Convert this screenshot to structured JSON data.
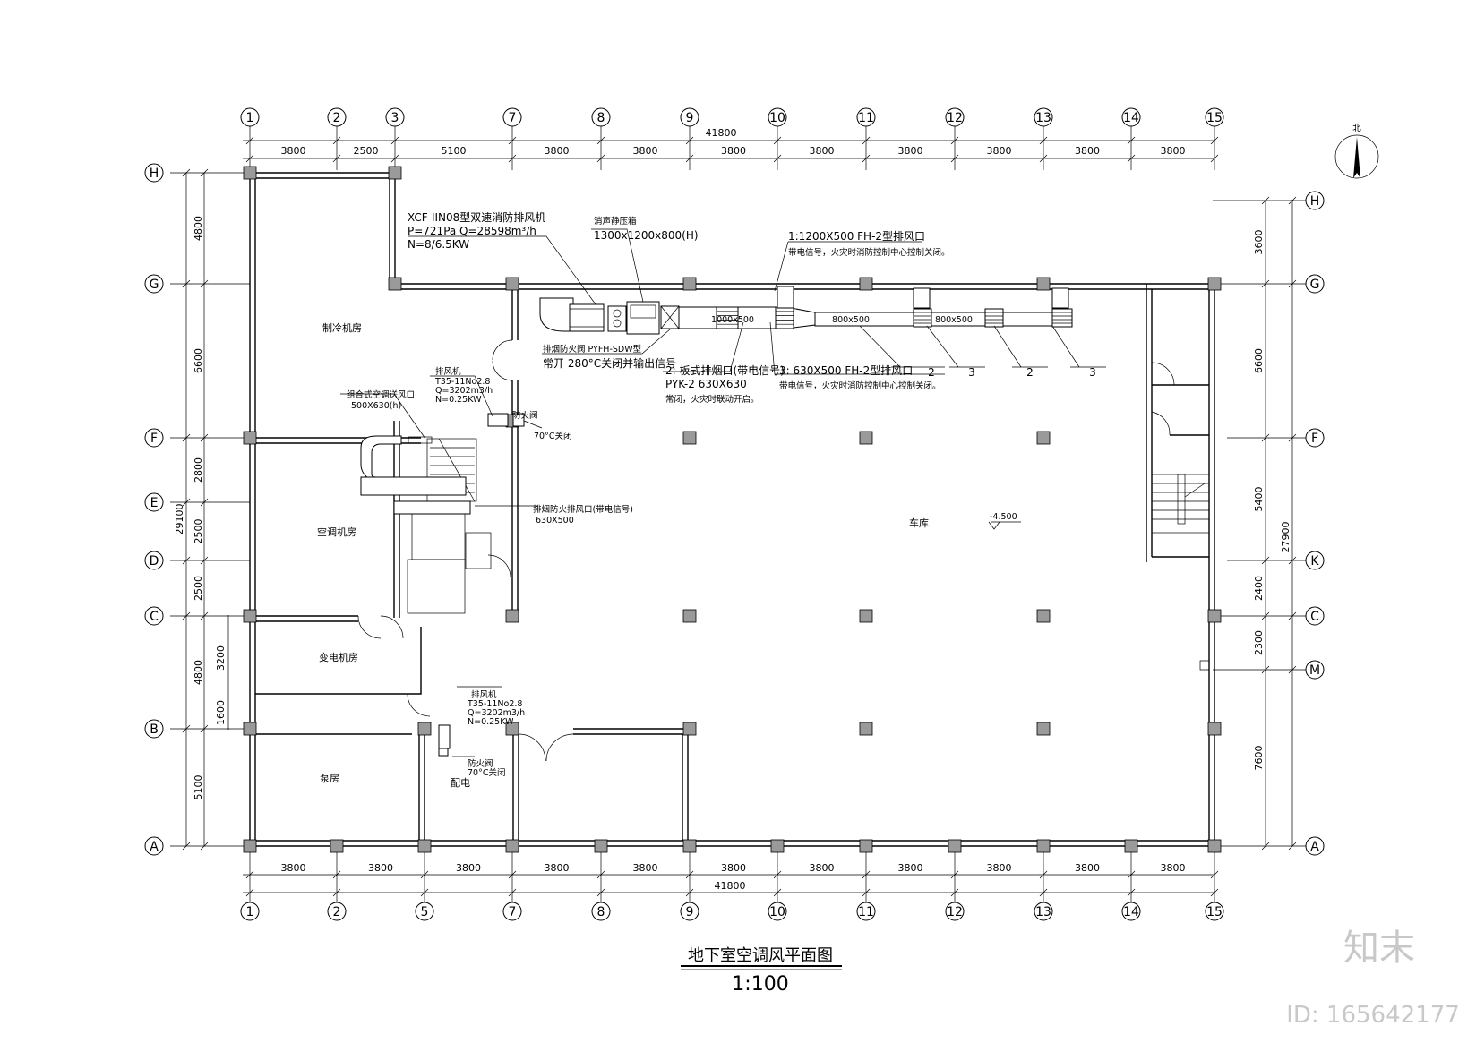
{
  "drawing": {
    "title": "地下室空调风平面图",
    "scale": "1:100",
    "north_label": "北",
    "level_mark": "-4.500"
  },
  "axes": {
    "top": [
      "1",
      "2",
      "3",
      "7",
      "8",
      "9",
      "10",
      "11",
      "12",
      "13",
      "14",
      "15"
    ],
    "bottom": [
      "1",
      "2",
      "5",
      "7",
      "8",
      "9",
      "10",
      "11",
      "12",
      "13",
      "14",
      "15"
    ],
    "left": [
      "H",
      "G",
      "F",
      "E",
      "D",
      "C",
      "B",
      "A"
    ],
    "right": [
      "H",
      "G",
      "F",
      "K",
      "C",
      "M",
      "A"
    ]
  },
  "dimensions": {
    "top_total": "41800",
    "top_spans": [
      "3800",
      "2500",
      "5100",
      "3800",
      "3800",
      "3800",
      "3800",
      "3800",
      "3800",
      "3800",
      "3800"
    ],
    "bottom_total": "41800",
    "bottom_spans": [
      "3800",
      "3800",
      "3800",
      "3800",
      "3800",
      "3800",
      "3800",
      "3800",
      "3800",
      "3800",
      "3800"
    ],
    "left_total": "29100",
    "left_spans": [
      "4800",
      "6600",
      "2800",
      "2500",
      "2500",
      "4800",
      "5100"
    ],
    "left_sub": [
      "3200",
      "1600"
    ],
    "right_total": "27900",
    "right_spans": [
      "3600",
      "6600",
      "5400",
      "2400",
      "2300",
      "7600"
    ]
  },
  "rooms": {
    "refrigeration": "制冷机房",
    "ac_room": "空调机房",
    "transformer": "变电机房",
    "pump": "泵房",
    "distribution": "配电",
    "garage": "车库"
  },
  "annotations": {
    "fan_model": "XCF-IIN08型双速消防排风机",
    "fan_params": "P=721Pa Q=28598m³/h",
    "fan_power": "N=8/6.5KW",
    "silencer_title": "消声静压箱",
    "silencer_size": "1300x1200x800(H)",
    "damper_1": "1:1200X500 FH-2型排风口",
    "damper_1_note": "带电信号，火灾时消防控制中心控制关闭。",
    "fire_damper": "排烟防火阀 PYFH-SDW型",
    "fire_damper_note": "常开 280°C关闭并输出信号",
    "damper_2": "2: 板式排烟口(带电信号)",
    "damper_2_model": "PYK-2 630X630",
    "damper_2_note": "常闭，火灾时联动开启。",
    "damper_3": "3: 630X500 FH-2型排风口",
    "damper_3_note": "带电信号，火灾时消防控制中心控制关闭。",
    "duct_sizes": [
      "1000x500",
      "800x500",
      "800x500"
    ],
    "tags": [
      "2",
      "3",
      "2",
      "3"
    ],
    "ac_supply_label": "组合式空调送风口",
    "ac_supply_size": "500X630(h)",
    "fan_small_title": "排风机",
    "fan_small_model": "T35-11No2.8",
    "fan_small_flow": "Q=3202m3/h",
    "fan_small_power": "N=0.25KW",
    "fire_valve": "防火阀",
    "fire_valve_temp": "70°C关闭",
    "exhaust_label": "排烟防火排风口(带电信号)",
    "exhaust_size": "630X500"
  },
  "watermark": {
    "logo": "知末",
    "id": "ID: 165642177"
  }
}
